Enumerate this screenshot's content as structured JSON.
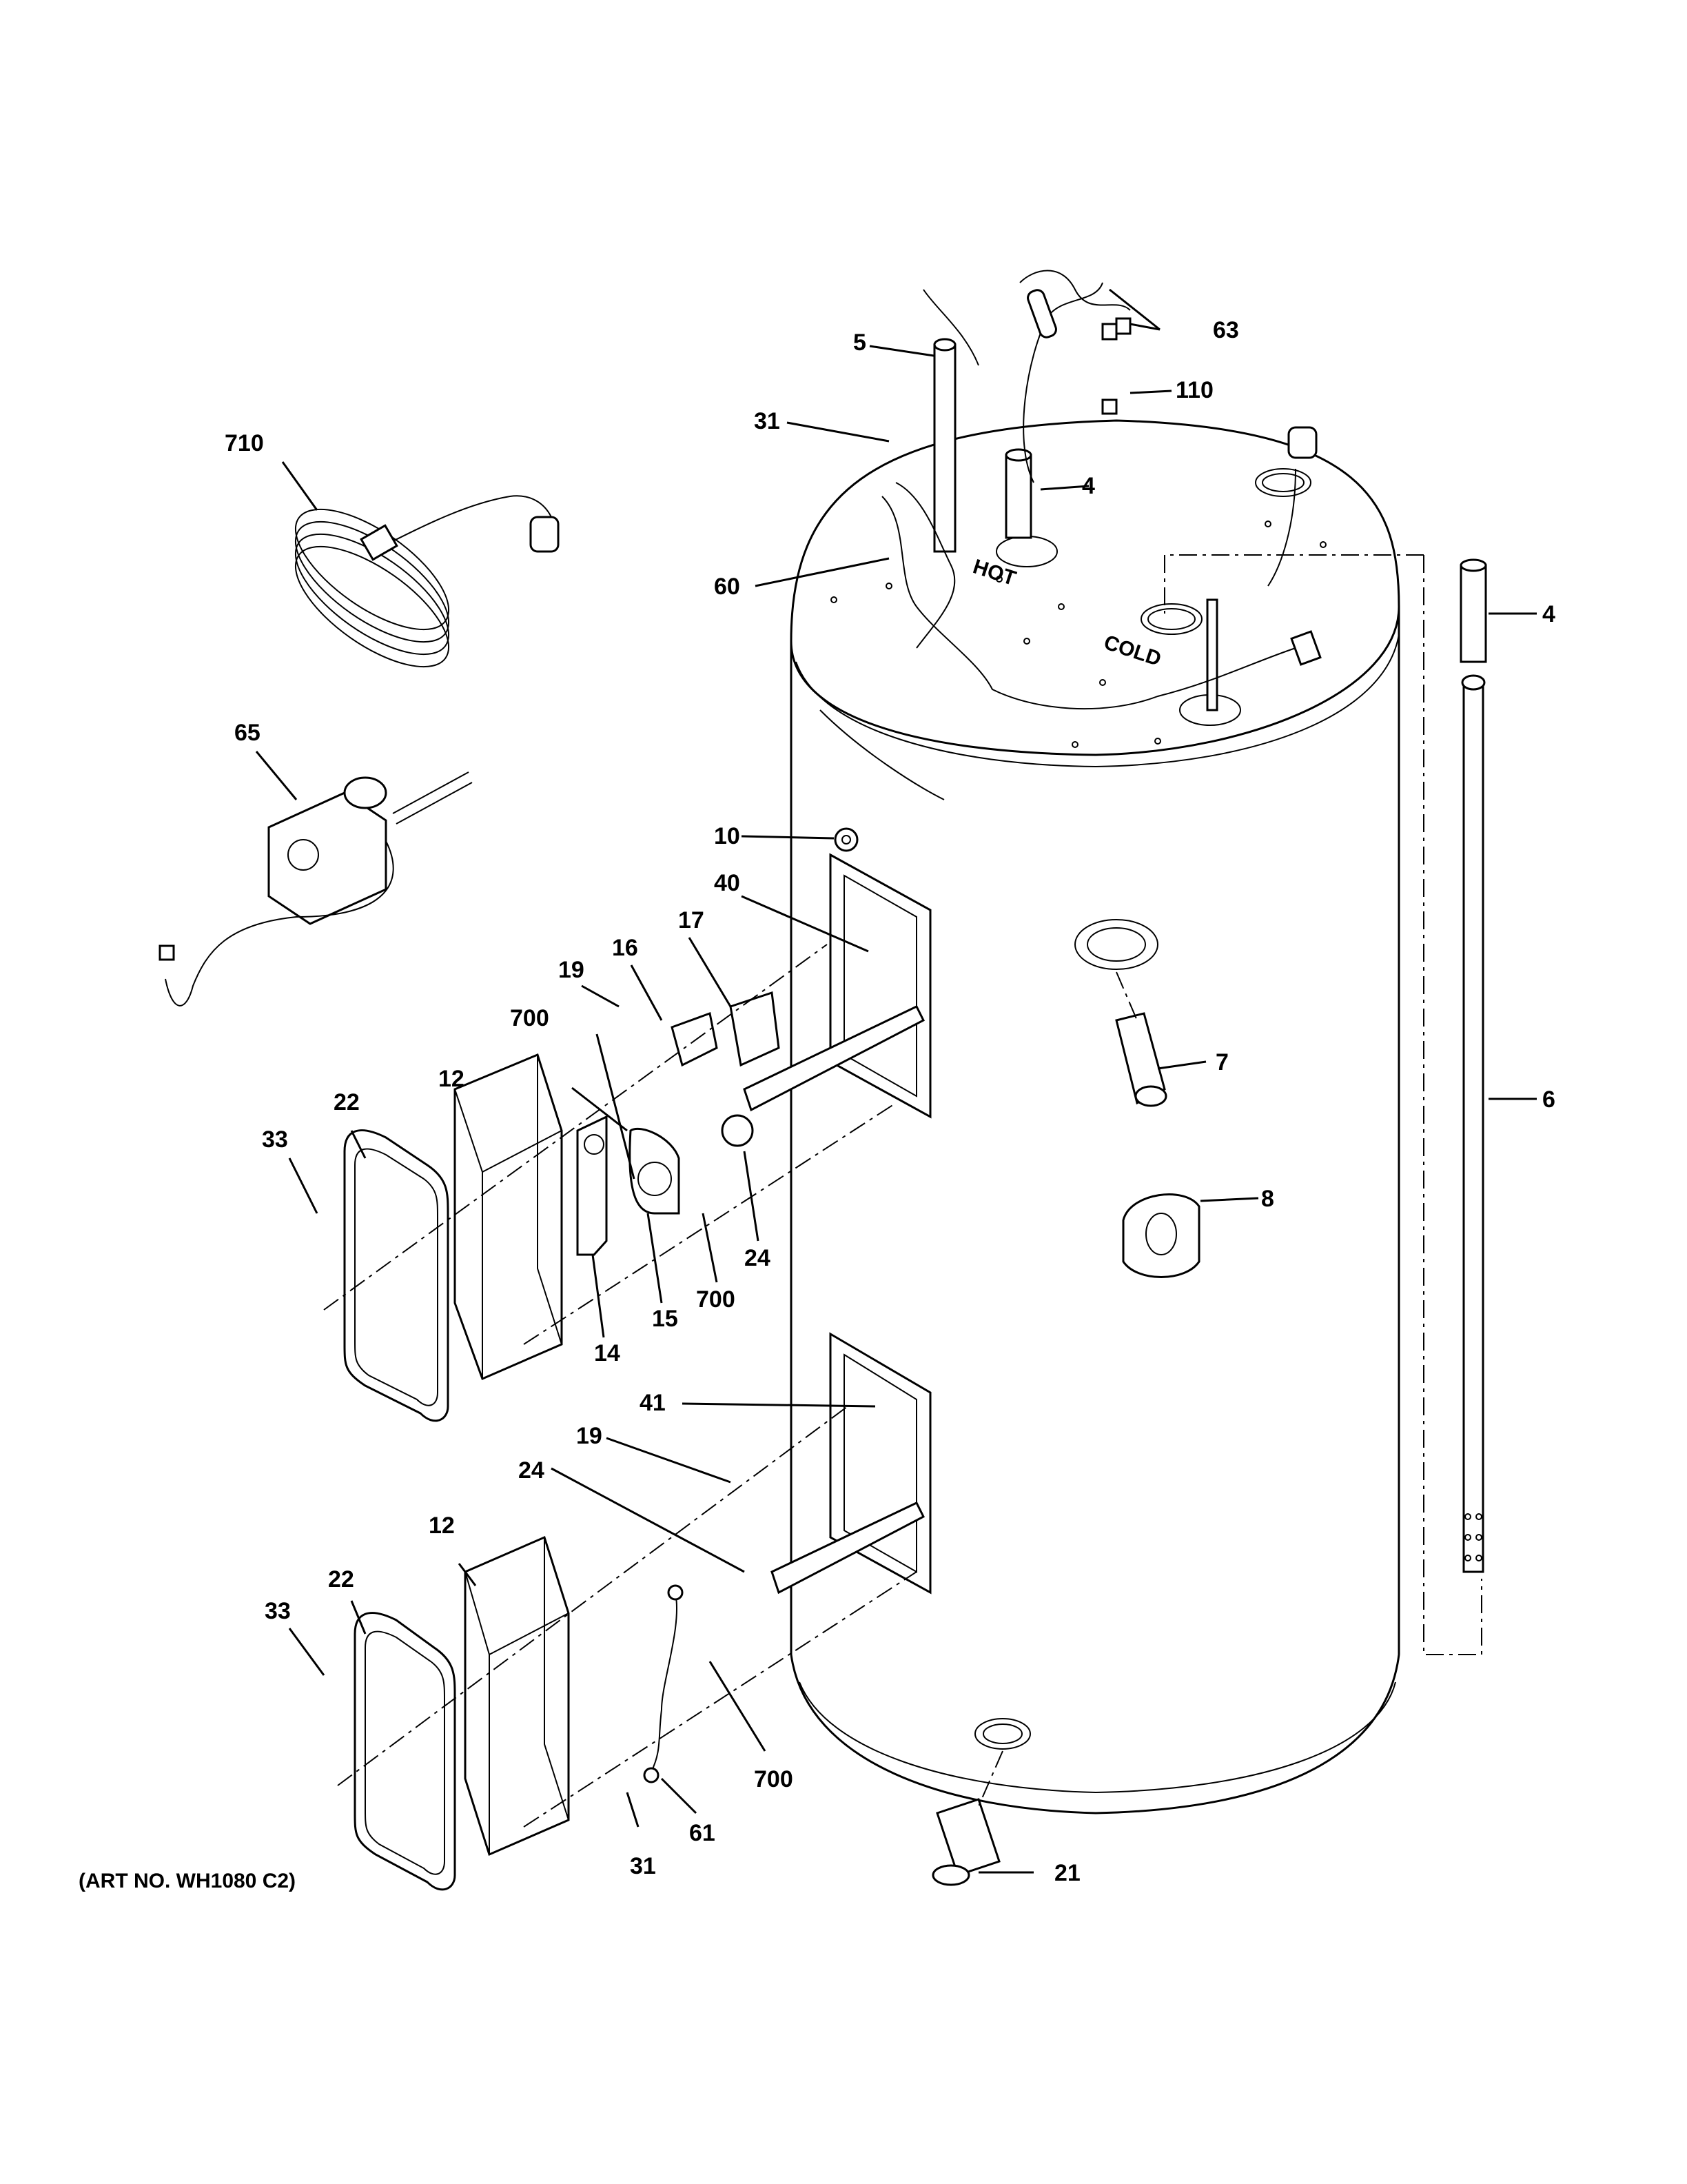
{
  "diagram": {
    "art_number": "(ART NO. WH1080 C2)",
    "cold_mark": "COLD",
    "hot_mark": "HOT",
    "callouts": [
      {
        "id": "63",
        "text": "63"
      },
      {
        "id": "5",
        "text": "5"
      },
      {
        "id": "110",
        "text": "110"
      },
      {
        "id": "31-top",
        "text": "31"
      },
      {
        "id": "710",
        "text": "710"
      },
      {
        "id": "4-top",
        "text": "4"
      },
      {
        "id": "60",
        "text": "60"
      },
      {
        "id": "4-side",
        "text": "4"
      },
      {
        "id": "65",
        "text": "65"
      },
      {
        "id": "10",
        "text": "10"
      },
      {
        "id": "40",
        "text": "40"
      },
      {
        "id": "17",
        "text": "17"
      },
      {
        "id": "16",
        "text": "16"
      },
      {
        "id": "19-upper",
        "text": "19"
      },
      {
        "id": "700-upper-left",
        "text": "700"
      },
      {
        "id": "12-upper",
        "text": "12"
      },
      {
        "id": "22-upper",
        "text": "22"
      },
      {
        "id": "33-upper",
        "text": "33"
      },
      {
        "id": "7",
        "text": "7"
      },
      {
        "id": "6",
        "text": "6"
      },
      {
        "id": "8",
        "text": "8"
      },
      {
        "id": "24-upper",
        "text": "24"
      },
      {
        "id": "700-upper-right",
        "text": "700"
      },
      {
        "id": "15",
        "text": "15"
      },
      {
        "id": "14",
        "text": "14"
      },
      {
        "id": "41",
        "text": "41"
      },
      {
        "id": "19-lower",
        "text": "19"
      },
      {
        "id": "24-lower",
        "text": "24"
      },
      {
        "id": "12-lower",
        "text": "12"
      },
      {
        "id": "22-lower",
        "text": "22"
      },
      {
        "id": "33-lower",
        "text": "33"
      },
      {
        "id": "700-lower",
        "text": "700"
      },
      {
        "id": "61",
        "text": "61"
      },
      {
        "id": "31-lower",
        "text": "31"
      },
      {
        "id": "21",
        "text": "21"
      }
    ]
  }
}
